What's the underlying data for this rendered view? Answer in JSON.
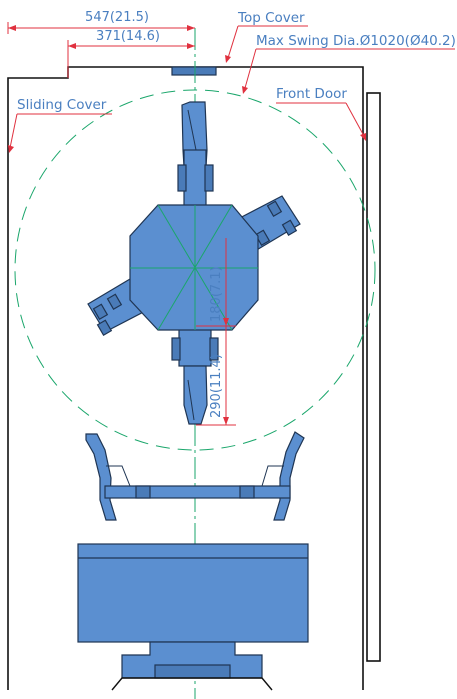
{
  "colors": {
    "part_fill": "#5b8fd0",
    "part_stroke": "#1f3553",
    "dimension_red": "#e0313f",
    "centerline_green": "#1aa66b",
    "label_blue": "#4a7fc0"
  },
  "labels": {
    "top_cover": "Top Cover",
    "max_swing": "Max Swing Dia.Ø1020(Ø40.2)",
    "sliding_cover": "Sliding Cover",
    "front_door": "Front Door"
  },
  "dimensions": {
    "width_total": "547(21.5)",
    "width_inner": "371(14.6)",
    "arm_short": "180(7.1)",
    "arm_long": "290(11.4)"
  }
}
